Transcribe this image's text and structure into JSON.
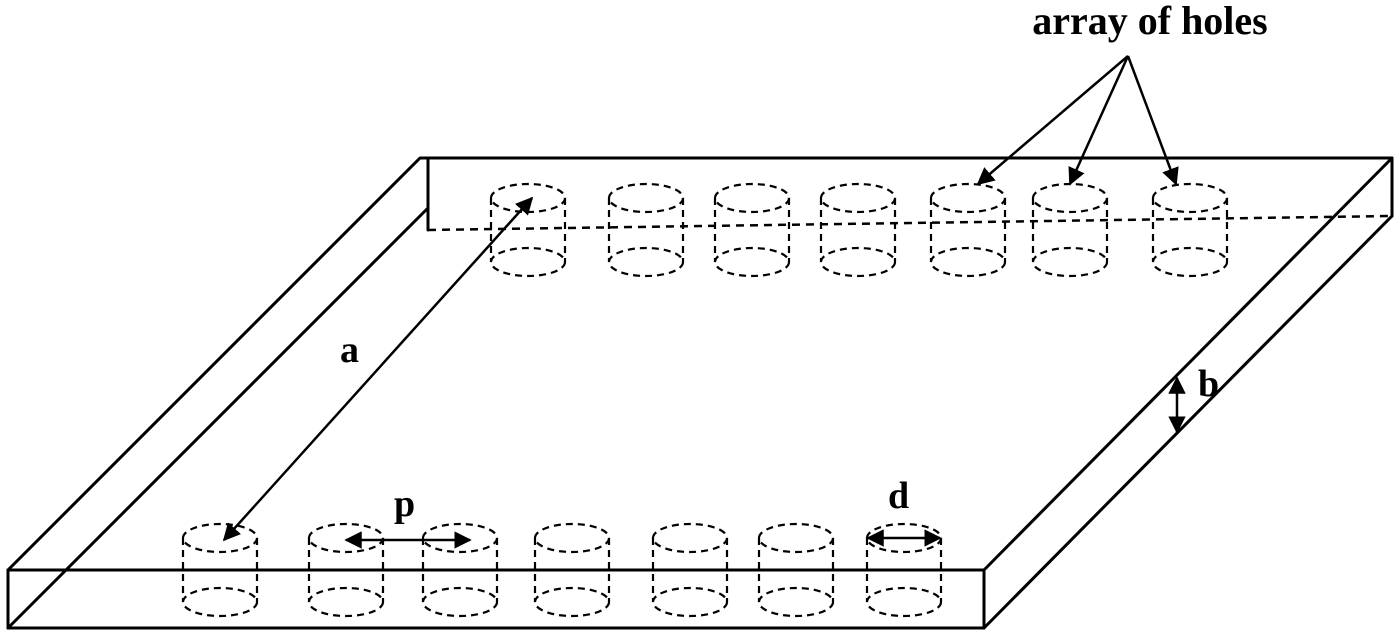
{
  "labels": {
    "title": "array of holes",
    "a": "a",
    "b": "b",
    "p": "p",
    "d": "d"
  },
  "holes": {
    "back_row_count": 7,
    "front_row_count": 7
  }
}
